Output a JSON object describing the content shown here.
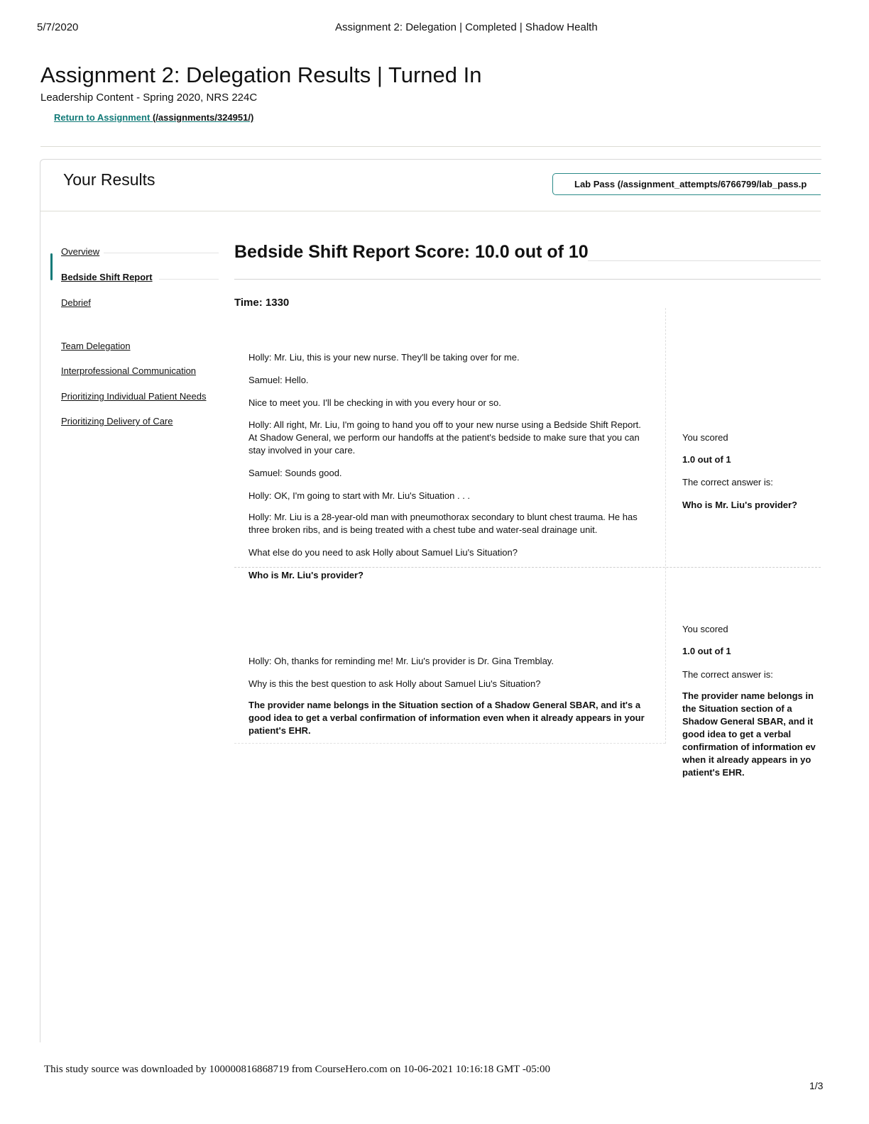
{
  "print_header": {
    "date": "5/7/2020",
    "title": "Assignment 2: Delegation | Completed | Shadow Health"
  },
  "page": {
    "title": "Assignment 2: Delegation Results | Turned In",
    "course": "Leadership Content - Spring 2020, NRS 224C",
    "return_link_text": "Return to Assignment",
    "return_link_path": "(/assignments/324951/)"
  },
  "results": {
    "heading": "Your Results",
    "lab_pass_button": "Lab Pass (/assignment_attempts/6766799/lab_pass.p"
  },
  "sidebar": {
    "items": [
      {
        "label": "Overview"
      },
      {
        "label": "Bedside Shift Report"
      },
      {
        "label": "Debrief"
      },
      {
        "label": "Team Delegation"
      },
      {
        "label": "Interprofessional Communication"
      },
      {
        "label": "Prioritizing Individual Patient Needs"
      },
      {
        "label": "Prioritizing Delivery of Care"
      }
    ]
  },
  "main": {
    "score_title": "Bedside Shift Report Score: 10.0 out of 10",
    "time_label": "Time: 1330",
    "q1": {
      "lines": [
        "Holly: Mr. Liu, this is your new nurse. They'll be taking over for me.",
        "Samuel: Hello.",
        "Nice to meet you. I'll be checking in with you every hour or so.",
        "Holly: All right, Mr. Liu, I'm going to hand you off to your new nurse using a Bedside Shift Report. At Shadow General, we perform our handoffs at the patient's bedside to make sure that you can stay involved in your care.",
        "Samuel: Sounds good.",
        "Holly: OK, I'm going to start with Mr. Liu's Situation . . .",
        "Holly: Mr. Liu is a 28-year-old man with pneumothorax secondary to blunt chest trauma. He has three broken ribs, and is being treated with a chest tube and water-seal drainage unit.",
        "What else do you need to ask Holly about Samuel Liu's Situation?"
      ],
      "answer": "Who is Mr. Liu's provider?",
      "you_scored_label": "You scored",
      "score": "1.0 out of 1",
      "correct_label": "The correct answer is:",
      "correct_answer": "Who is Mr. Liu's provider?"
    },
    "q2": {
      "lines": [
        "Holly: Oh, thanks for reminding me! Mr. Liu's provider is Dr. Gina Tremblay.",
        "Why is this the best question to ask Holly about Samuel Liu's Situation?"
      ],
      "answer": "The provider name belongs in the Situation section of a Shadow General SBAR, and it's a good idea to get a verbal confirmation of information even when it already appears in your patient's EHR.",
      "you_scored_label": "You scored",
      "score": "1.0 out of 1",
      "correct_label": "The correct answer is:",
      "correct_answer": "The provider name belongs in the Situation section of a Shadow General SBAR, and it good idea to get a verbal confirmation of information ev when it already appears in yo patient's EHR."
    }
  },
  "footer": {
    "source_note": "This study source was downloaded by 100000816868719 from CourseHero.com on 10-06-2021 10:16:18 GMT -05:00",
    "page_number": "1/3"
  }
}
